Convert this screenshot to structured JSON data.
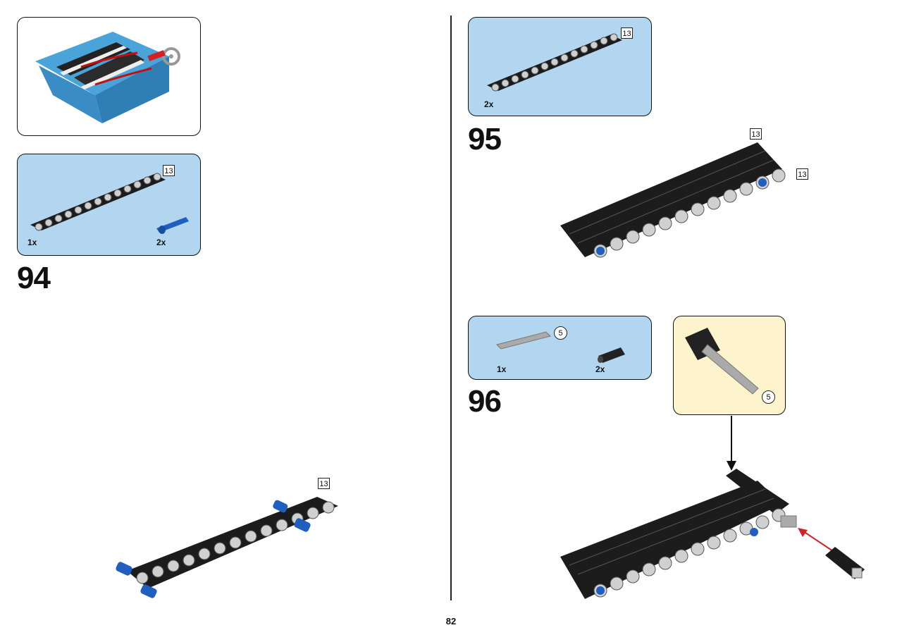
{
  "page": {
    "number": "82"
  },
  "steps": [
    {
      "number": "94",
      "parts": [
        {
          "qty": "1x",
          "length": "13"
        },
        {
          "qty": "2x"
        }
      ],
      "assembly_length": "13"
    },
    {
      "number": "95",
      "parts": [
        {
          "qty": "2x",
          "length": "13"
        }
      ],
      "assembly_lengths": [
        "13",
        "13"
      ]
    },
    {
      "number": "96",
      "parts": [
        {
          "qty": "1x",
          "length": "5"
        },
        {
          "qty": "2x"
        }
      ],
      "callout_length": "5"
    }
  ],
  "colors": {
    "parts_panel": "#b3d6f0",
    "callout_panel": "#fdf3cc",
    "beam": "#1c1c1c",
    "pin": "#1f5fbf",
    "arrow_red": "#d22222"
  }
}
